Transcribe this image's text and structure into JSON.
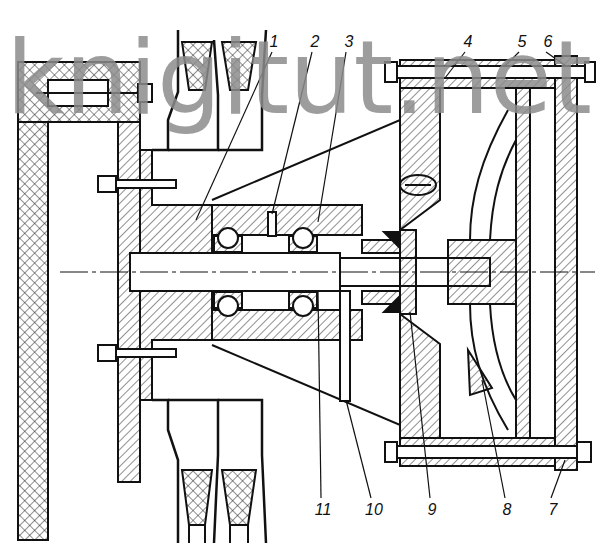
{
  "diagram": {
    "labels": [
      "1",
      "2",
      "3",
      "4",
      "5",
      "6",
      "7",
      "8",
      "9",
      "10",
      "11",
      "knigitut.net"
    ]
  }
}
